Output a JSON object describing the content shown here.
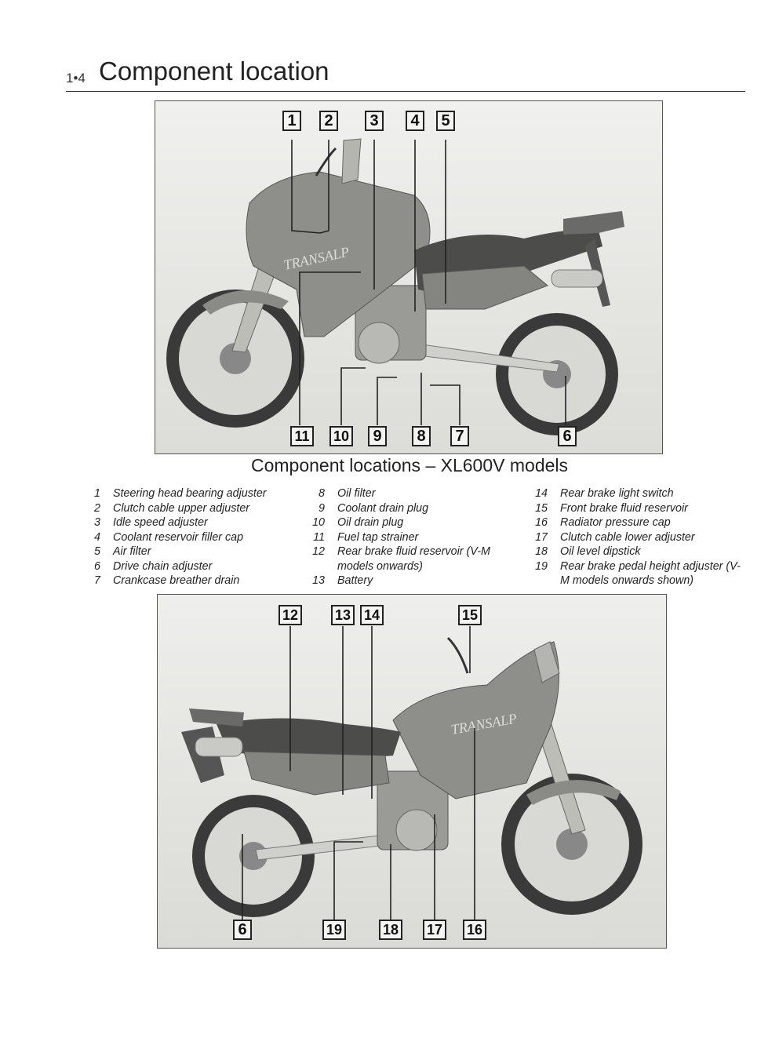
{
  "page": {
    "number": "1•4",
    "title": "Component location"
  },
  "caption": "Component locations – XL600V models",
  "top_photo_callouts": [
    "1",
    "2",
    "3",
    "4",
    "5",
    "11",
    "10",
    "9",
    "8",
    "7",
    "6"
  ],
  "bottom_photo_callouts": [
    "12",
    "13",
    "14",
    "15",
    "6",
    "19",
    "18",
    "17",
    "16"
  ],
  "legend": [
    [
      {
        "n": "1",
        "t": "Steering head bearing adjuster"
      },
      {
        "n": "2",
        "t": "Clutch cable upper adjuster"
      },
      {
        "n": "3",
        "t": "Idle speed adjuster"
      },
      {
        "n": "4",
        "t": "Coolant reservoir filler cap"
      },
      {
        "n": "5",
        "t": "Air filter"
      },
      {
        "n": "6",
        "t": "Drive chain adjuster"
      },
      {
        "n": "7",
        "t": "Crankcase breather drain"
      }
    ],
    [
      {
        "n": "8",
        "t": "Oil filter"
      },
      {
        "n": "9",
        "t": "Coolant drain plug"
      },
      {
        "n": "10",
        "t": "Oil drain plug"
      },
      {
        "n": "11",
        "t": "Fuel tap strainer"
      },
      {
        "n": "12",
        "t": "Rear brake fluid reservoir (V-M models onwards)"
      },
      {
        "n": "13",
        "t": "Battery"
      }
    ],
    [
      {
        "n": "14",
        "t": "Rear brake light switch"
      },
      {
        "n": "15",
        "t": "Front brake fluid reservoir"
      },
      {
        "n": "16",
        "t": "Radiator pressure cap"
      },
      {
        "n": "17",
        "t": "Clutch cable lower adjuster"
      },
      {
        "n": "18",
        "t": "Oil level dipstick"
      },
      {
        "n": "19",
        "t": "Rear brake pedal height adjuster (V-M models onwards shown)"
      }
    ]
  ]
}
